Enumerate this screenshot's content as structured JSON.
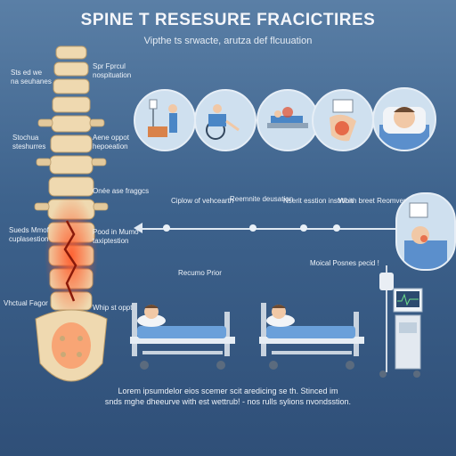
{
  "header": {
    "title": "SPINE T RESESURE FRACICTIRES",
    "subtitle": "Vipthe ts srwacte, arutza def flcuuation"
  },
  "left_labels": [
    {
      "text": "Sts ed we\nna seuhanes"
    },
    {
      "text": "Stochua\nsteshurres"
    },
    {
      "text": "Sueds Mmof\ncuplasestion"
    },
    {
      "text": "Vhctual Fagor"
    }
  ],
  "right_labels": [
    {
      "text": "Spr Fprcul\nnospituation"
    },
    {
      "text": "Aene oppot\nhepoeation"
    },
    {
      "text": "Onée ase fraggcs"
    },
    {
      "text": "Pood in Mumo\ntaxiptestion"
    },
    {
      "text": "Whip st oppty"
    }
  ],
  "timeline": {
    "steps": [
      "Ciplow of vehcearth",
      "Reemnite deusation",
      "Nserit esstion instrtion",
      "Whith breet Reomvery"
    ]
  },
  "scenes": {
    "left_caption": "Recumo Prior",
    "right_caption": "Moical Posnes pecid !"
  },
  "footer": {
    "line1": "Lorem ipsumdelor eios scemer scit aredicing se th. Stinced im",
    "line2": "snds mghe dheeurve with est wettrub! - nos rulls sylions nvondsstion."
  },
  "icons": [
    "iv-stand-icon",
    "nurse-icon",
    "doctor-icon",
    "wheelchair-icon",
    "patient-bed-icon",
    "injury-icon",
    "tablet-icon",
    "patient-face-icon",
    "monitor-icon"
  ],
  "colors": {
    "background": "#3d628c",
    "accent": "#e24b2a",
    "bone": "#efd9b0"
  }
}
